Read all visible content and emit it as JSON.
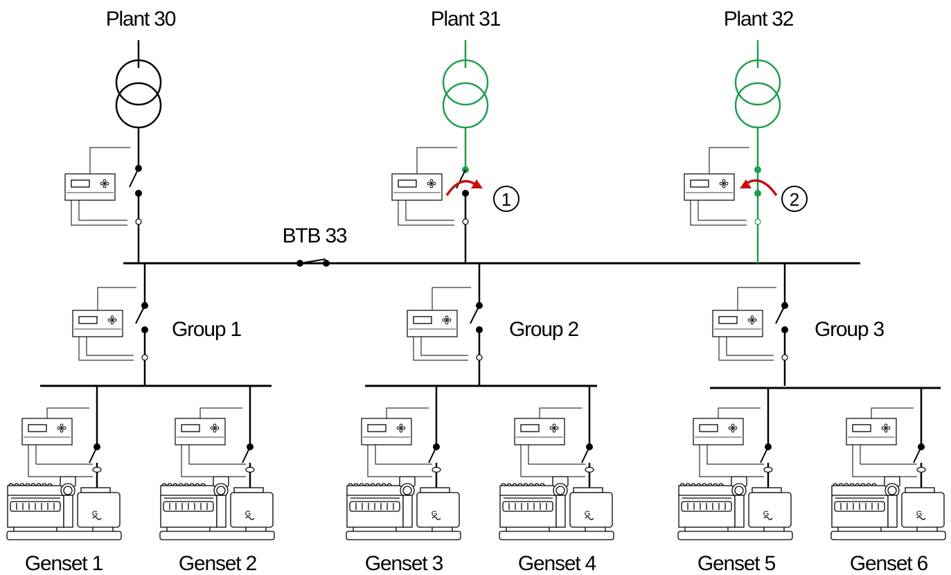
{
  "plants": [
    {
      "label": "Plant 30",
      "energized": false
    },
    {
      "label": "Plant 31",
      "energized": true
    },
    {
      "label": "Plant 32",
      "energized": true
    }
  ],
  "btb": {
    "label": "BTB 33"
  },
  "groups": [
    {
      "label": "Group 1"
    },
    {
      "label": "Group 2"
    },
    {
      "label": "Group 3"
    }
  ],
  "gensets": [
    {
      "label": "Genset 1"
    },
    {
      "label": "Genset 2"
    },
    {
      "label": "Genset 3"
    },
    {
      "label": "Genset 4"
    },
    {
      "label": "Genset 5"
    },
    {
      "label": "Genset 6"
    }
  ],
  "steps": [
    {
      "number": "1",
      "action": "open"
    },
    {
      "number": "2",
      "action": "close"
    }
  ],
  "generator": {
    "symbol": "G",
    "wave": "~"
  },
  "colors": {
    "line": "#000000",
    "energized": "#1e9e4e",
    "arrow": "#c80f0f"
  }
}
